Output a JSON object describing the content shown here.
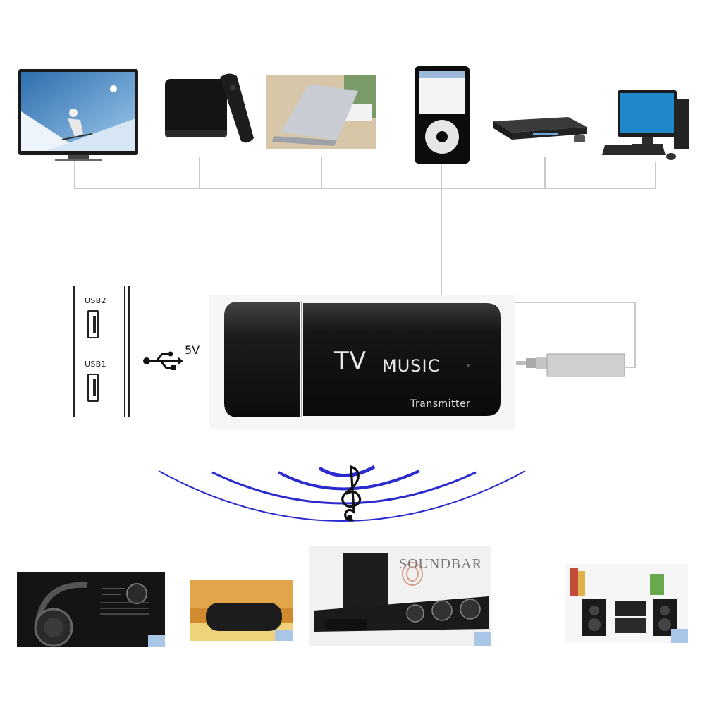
{
  "dongle": {
    "brand_tv": "TV",
    "brand_music": "MUSIC",
    "subtitle": "Transmitter"
  },
  "ports": {
    "usb2": "USB2",
    "usb1": "USB1",
    "voltage": "5V"
  },
  "outputs": {
    "soundbar_label": "SOUNDBAR"
  },
  "icons": [
    "usb-icon",
    "music-note-icon"
  ],
  "colors": {
    "wave": "#2a2acf",
    "dongle_body": "#1b1b1b",
    "connector_line": "#c8c8c8"
  }
}
